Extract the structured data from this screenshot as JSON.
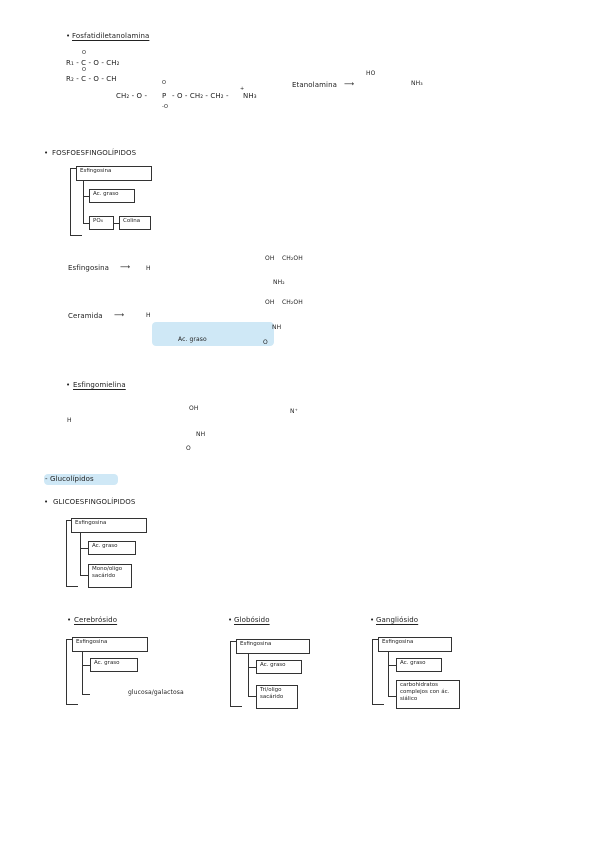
{
  "sec1": {
    "title": "Fosfatidiletanolamina"
  },
  "struct1": {
    "r1": "R₁ - C - O - CH₂",
    "r2": "R₂ - C - O - CH",
    "ch2": "CH₂ - O -",
    "p": "P",
    "o_tail": "- O - CH₂ - CH₂ -",
    "nh3": "NH₃",
    "plus": "+",
    "etanol_label": "Etanolamina",
    "arrow": "⟶",
    "ho": "HO",
    "nh3b": "NH₃"
  },
  "sec2": {
    "title": "FOSFOESFINGOLÍPIDOS"
  },
  "box1": {
    "esf": "Esfingosina",
    "ac": "Ac. graso",
    "po4": "PO₄",
    "colina": "Colina"
  },
  "esfingosina": {
    "label": "Esfingosina",
    "arrow": "⟶",
    "h": "H",
    "oh": "OH",
    "ch2oh": "CH₂OH",
    "nh2": "NH₂"
  },
  "ceramida": {
    "label": "Ceramida",
    "arrow": "⟶",
    "h": "H",
    "oh": "OH",
    "ch2oh": "CH₂OH",
    "nh": "NH",
    "o": "O",
    "acgraso": "Ac. graso"
  },
  "esfingomielina": {
    "title": "Esfingomielina",
    "h": "H",
    "oh": "OH",
    "nh": "NH",
    "o": "O",
    "nplus": "N⁺"
  },
  "sec3": {
    "title": "Glucolípidos"
  },
  "sec4": {
    "title": "GLICOESFINGOLÍPIDOS"
  },
  "box2": {
    "esf": "Esfingosina",
    "ac": "Ac. graso",
    "mono": "Mono/oligo sacárido"
  },
  "cerebrosido": {
    "title": "Cerebrósido",
    "esf": "Esfingosina",
    "ac": "Ac. graso",
    "sugar": "glucosa/galactosa"
  },
  "globosido": {
    "title": "Globósido",
    "esf": "Esfingosina",
    "ac": "Ac. graso",
    "tri": "Tri/oligo sacárido"
  },
  "gangliosido": {
    "title": "Gangliósido",
    "esf": "Esfingosina",
    "ac": "Ac. graso",
    "carbo": "carbohidratos complejos con ác. siálico"
  }
}
